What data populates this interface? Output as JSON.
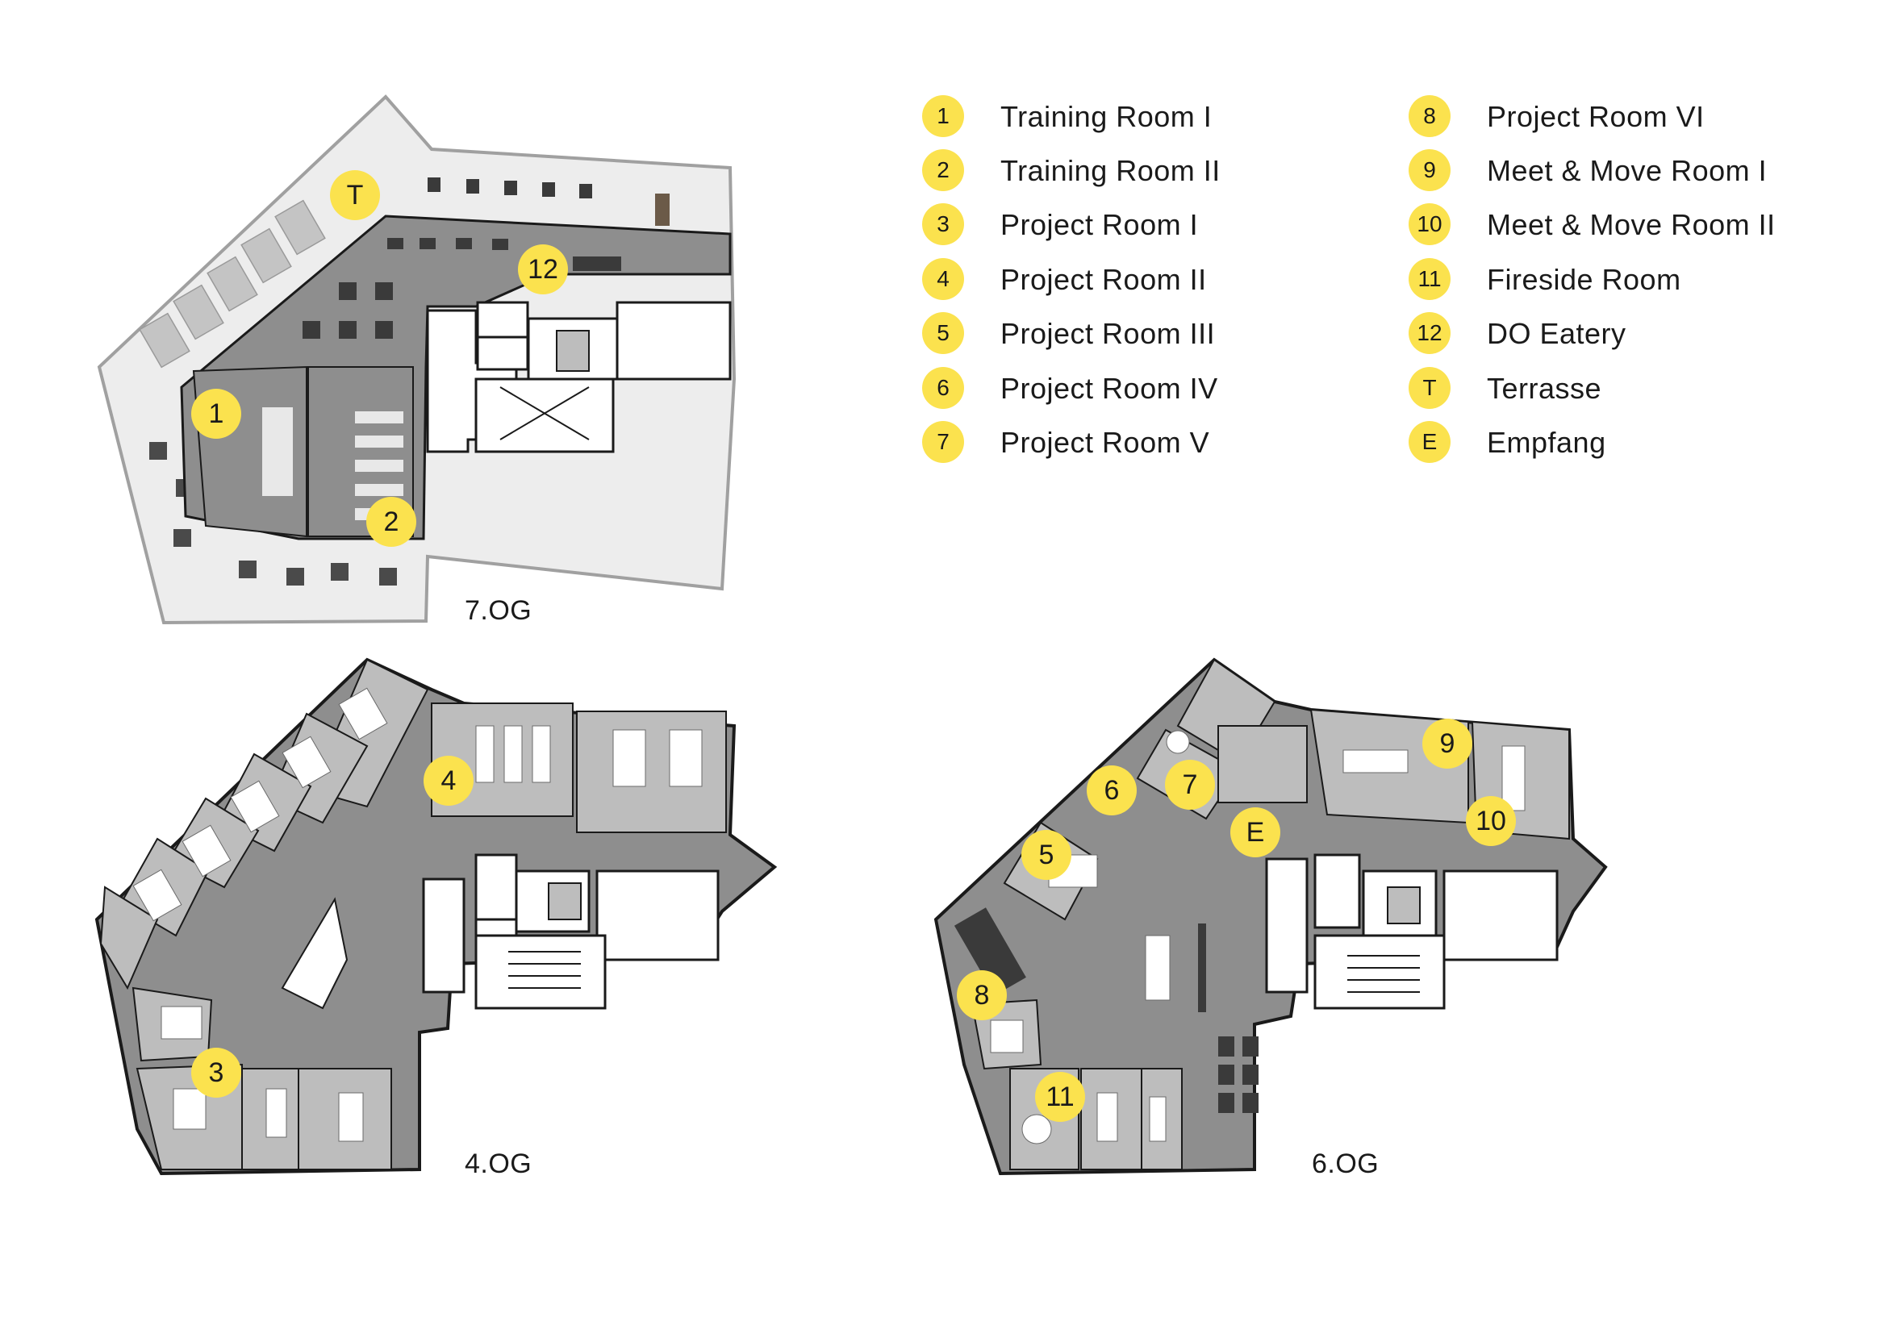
{
  "colors": {
    "marker": "#fbe24e",
    "floor_dark": "#8e8e8e",
    "floor_mid": "#bdbdbd",
    "terrace": "#ededed",
    "wall": "#1a1a1a"
  },
  "legend": {
    "left_column": [
      {
        "key": "1",
        "label": "Training Room I"
      },
      {
        "key": "2",
        "label": "Training Room II"
      },
      {
        "key": "3",
        "label": "Project Room I"
      },
      {
        "key": "4",
        "label": "Project Room II"
      },
      {
        "key": "5",
        "label": "Project Room III"
      },
      {
        "key": "6",
        "label": "Project Room IV"
      },
      {
        "key": "7",
        "label": "Project Room V"
      }
    ],
    "right_column": [
      {
        "key": "8",
        "label": "Project Room VI"
      },
      {
        "key": "9",
        "label": "Meet & Move Room I"
      },
      {
        "key": "10",
        "label": "Meet & Move Room II"
      },
      {
        "key": "11",
        "label": "Fireside Room"
      },
      {
        "key": "12",
        "label": "DO Eatery"
      },
      {
        "key": "T",
        "label": "Terrasse"
      },
      {
        "key": "E",
        "label": "Empfang"
      }
    ]
  },
  "floors": [
    {
      "id": "7og",
      "label": "7.OG",
      "markers": [
        "1",
        "2",
        "12",
        "T"
      ]
    },
    {
      "id": "4og",
      "label": "4.OG",
      "markers": [
        "3",
        "4"
      ]
    },
    {
      "id": "6og",
      "label": "6.OG",
      "markers": [
        "5",
        "6",
        "7",
        "8",
        "9",
        "10",
        "11",
        "E"
      ]
    }
  ]
}
